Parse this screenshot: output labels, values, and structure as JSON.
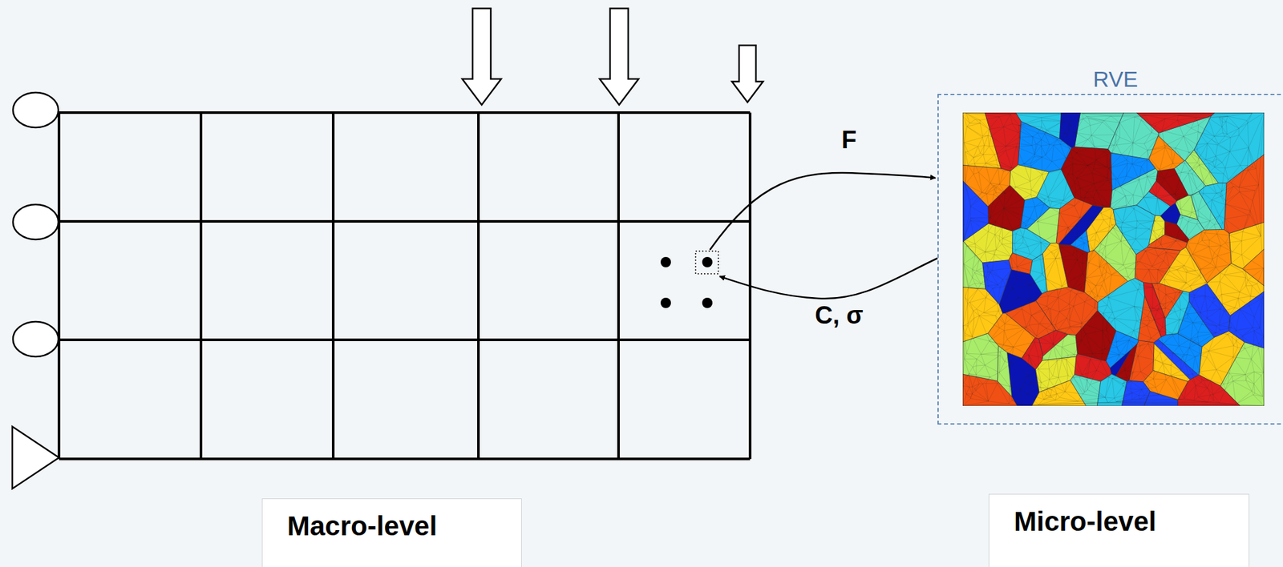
{
  "diagram": {
    "nodes": [
      {
        "text": [
          "RVE"
        ]
      },
      {
        "text": [
          "Macro-level"
        ]
      },
      {
        "text": [
          "Micro-level"
        ]
      }
    ],
    "labels": [
      "F",
      "C, σ"
    ]
  }
}
